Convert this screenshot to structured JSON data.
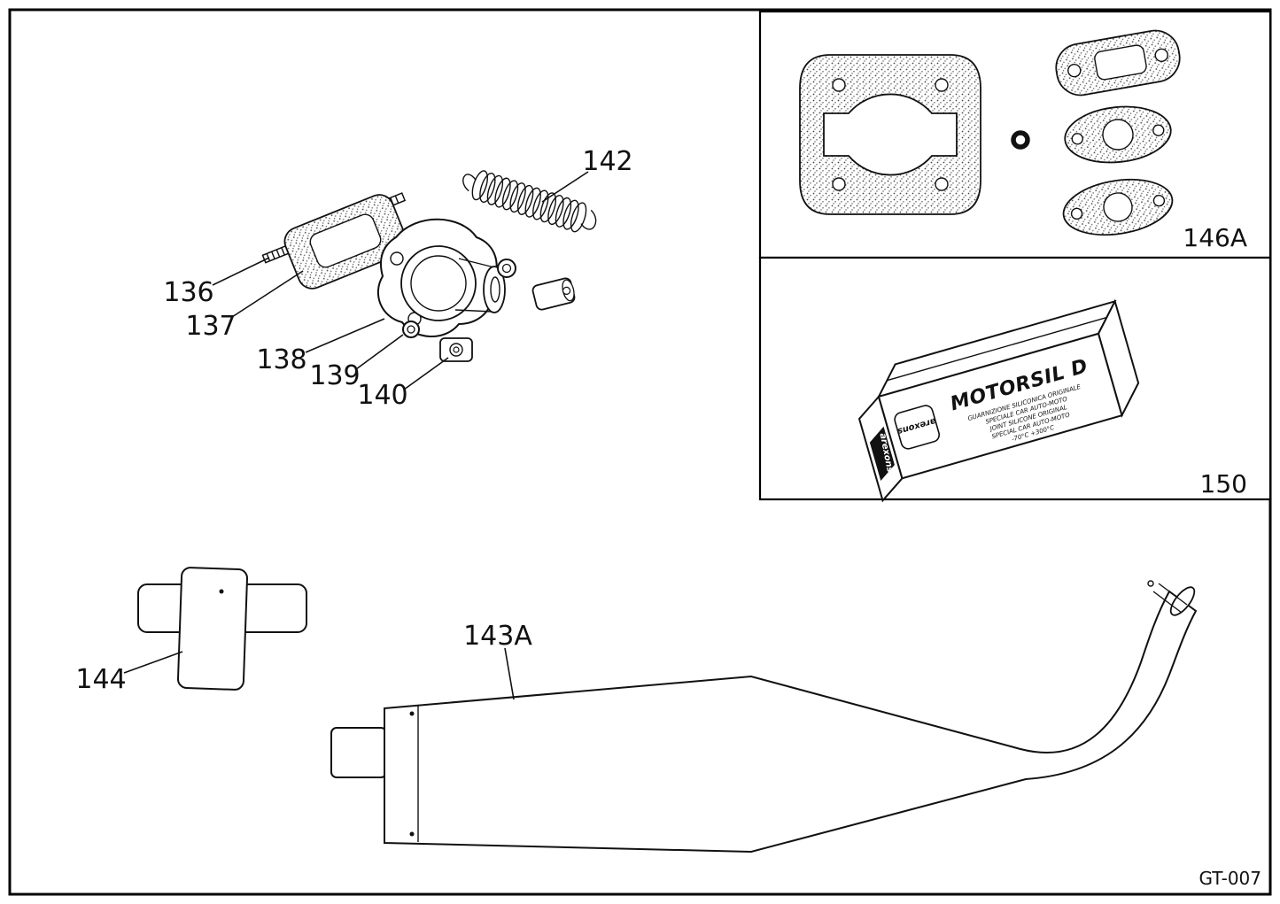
{
  "page": {
    "frame_code": "GT-007"
  },
  "diagram": {
    "labels": {
      "stud": "136",
      "manifold_gasket": "137",
      "flange": "138",
      "oring": "139",
      "nut": "140",
      "spring": "142",
      "muffler": "143A",
      "bracket": "144",
      "gasket_set": "146A",
      "sealant": "150"
    }
  },
  "sealant_box": {
    "brand": "arexons",
    "product_name": "MOTORSIL D",
    "desc_lines": [
      "GUARNIZIONE SILICONICA ORIGINALE",
      "SPECIALE CAR AUTO-MOTO",
      "JOINT SILICONE ORIGINAL",
      "SPECIAL CAR AUTO-MOTO",
      "-70°C  +300°C"
    ]
  }
}
